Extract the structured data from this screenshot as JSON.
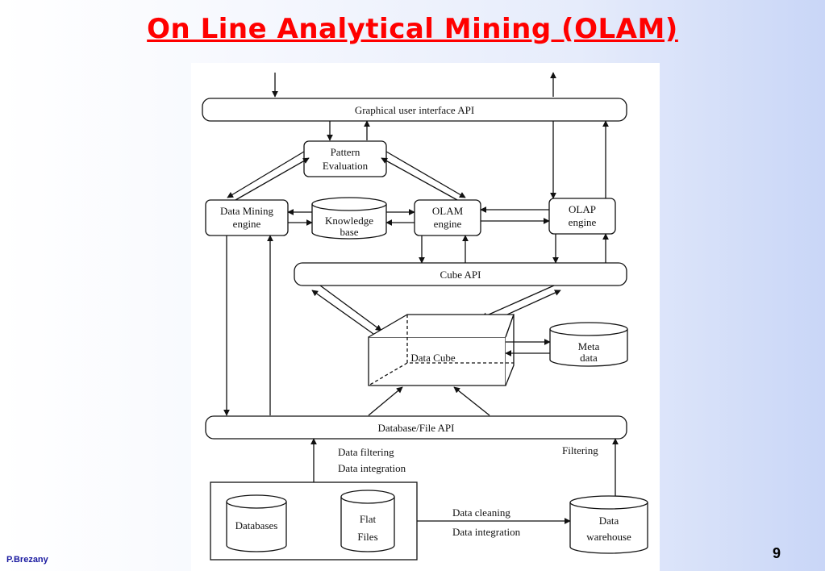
{
  "slide": {
    "title": "On Line Analytical Mining (OLAM)",
    "author": "P.Brezany",
    "page_number": "9"
  },
  "diagram": {
    "gui_api": "Graphical user interface API",
    "pattern_evaluation": [
      "Pattern",
      "Evaluation"
    ],
    "data_mining_engine": [
      "Data Mining",
      "engine"
    ],
    "knowledge_base": [
      "Knowledge",
      "base"
    ],
    "olam_engine": [
      "OLAM",
      "engine"
    ],
    "olap_engine": [
      "OLAP",
      "engine"
    ],
    "cube_api": "Cube API",
    "data_cube": "Data Cube",
    "meta_data": [
      "Meta",
      "data"
    ],
    "database_file_api": "Database/File API",
    "filter_integration_label": [
      "Data filtering",
      "Data integration"
    ],
    "filtering_label": "Filtering",
    "databases": "Databases",
    "flat_files": [
      "Flat",
      "Files"
    ],
    "cleaning_label": [
      "Data cleaning",
      "Data integration"
    ],
    "data_warehouse": [
      "Data",
      "warehouse"
    ]
  }
}
